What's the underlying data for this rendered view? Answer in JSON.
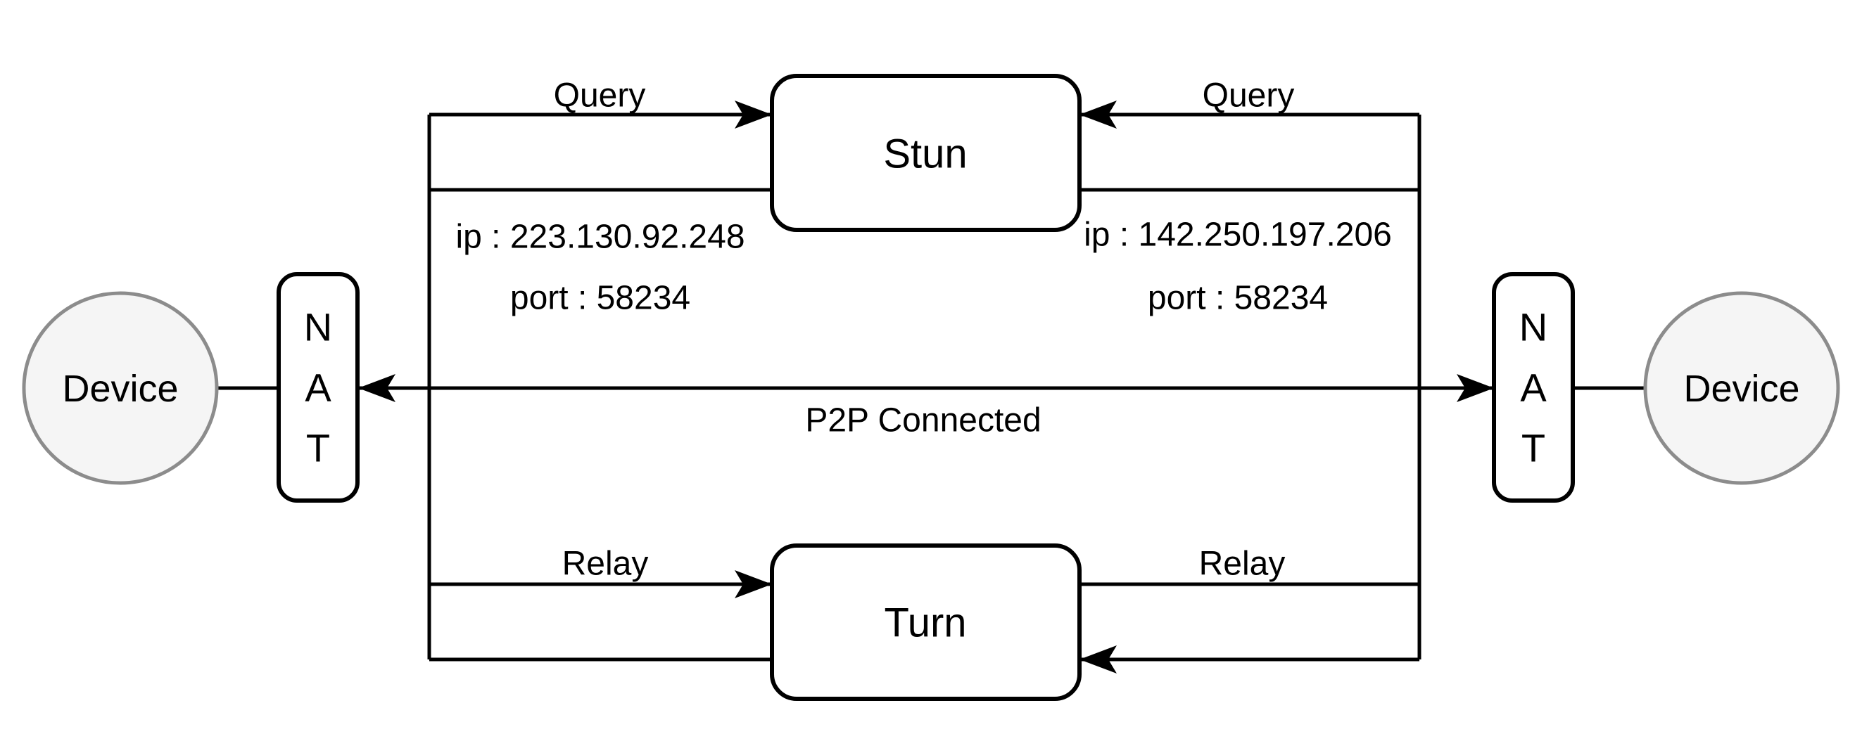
{
  "diagram": {
    "background": "#ffffff",
    "line_color": "#000000",
    "node_fill": "#ffffff",
    "device_fill": "#f5f5f5",
    "device_stroke": "#8c8c8c"
  },
  "nodes": {
    "stun": {
      "label": "Stun"
    },
    "turn": {
      "label": "Turn"
    },
    "nat_left": {
      "letters": [
        "N",
        "A",
        "T"
      ]
    },
    "nat_right": {
      "letters": [
        "N",
        "A",
        "T"
      ]
    },
    "device_left": {
      "label": "Device"
    },
    "device_right": {
      "label": "Device"
    }
  },
  "edges": {
    "query_left": {
      "label": "Query"
    },
    "query_right": {
      "label": "Query"
    },
    "relay_left": {
      "label": "Relay"
    },
    "relay_right": {
      "label": "Relay"
    },
    "p2p": {
      "label": "P2P Connected"
    }
  },
  "annotations": {
    "left_ip": "ip : 223.130.92.248",
    "left_port": "port : 58234",
    "right_ip": "ip : 142.250.197.206",
    "right_port": "port : 58234"
  }
}
